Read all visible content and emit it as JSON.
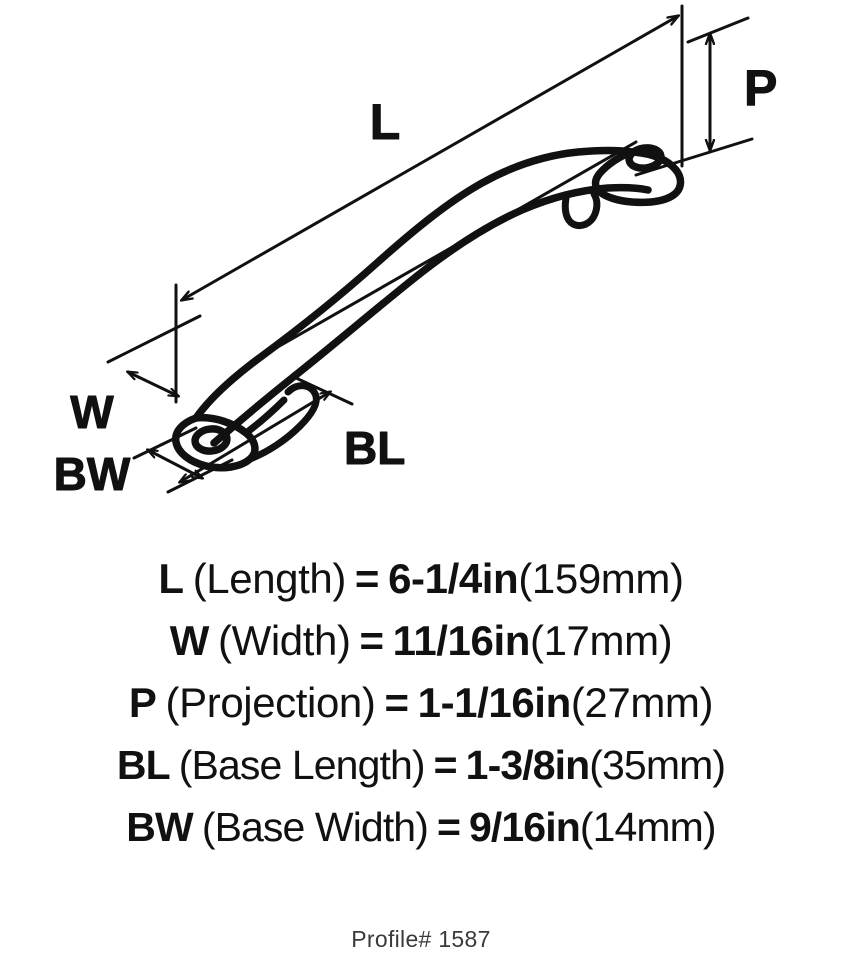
{
  "document": {
    "type": "product-dimension-diagram",
    "subject": "cabinet pull handle",
    "background_color": "#ffffff",
    "line_color": "#111111"
  },
  "diagram": {
    "labels": {
      "length": "L",
      "width": "W",
      "projection": "P",
      "base_length": "BL",
      "base_width": "BW"
    }
  },
  "specs": [
    {
      "symbol": "L",
      "description": "(Length)",
      "equals": "=",
      "value_in": "6-1/4in",
      "value_mm": "(159mm)"
    },
    {
      "symbol": "W",
      "description": "(Width)",
      "equals": "=",
      "value_in": "11/16in",
      "value_mm": "(17mm)"
    },
    {
      "symbol": "P",
      "description": "(Projection)",
      "equals": "=",
      "value_in": "1-1/16in",
      "value_mm": "(27mm)"
    },
    {
      "symbol": "BL",
      "description": "(Base Length)",
      "equals": "=",
      "value_in": "1-3/8in",
      "value_mm": "(35mm)"
    },
    {
      "symbol": "BW",
      "description": "(Base Width)",
      "equals": "=",
      "value_in": "9/16in",
      "value_mm": "(14mm)"
    }
  ],
  "footer": {
    "profile": "Profile# 1587"
  }
}
